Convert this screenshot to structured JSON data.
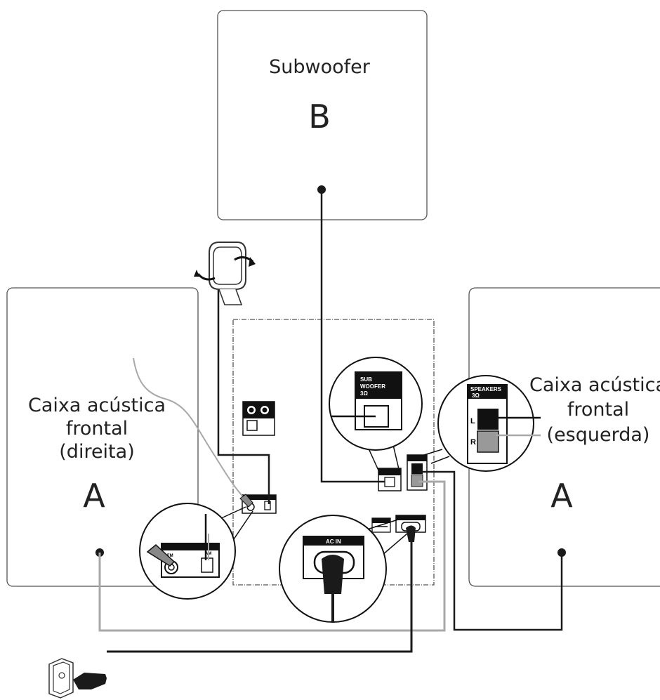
{
  "subwoofer": {
    "name": "Subwoofer",
    "letter": "B"
  },
  "speaker_right": {
    "line1": "Caixa acústica",
    "line2": "frontal",
    "line3": "(direita)",
    "letter": "A"
  },
  "speaker_left": {
    "line1": "Caixa acústica",
    "line2": "frontal",
    "line3": "(esquerda)",
    "letter": "A"
  },
  "panel_labels": {
    "subwoofer_line1": "SUB",
    "subwoofer_line2": "WOOFER",
    "subwoofer_line3": "3Ω",
    "speakers_line1": "SPEAKERS",
    "speakers_line2": "3Ω",
    "left": "L",
    "right": "R",
    "ac_in": "AC IN",
    "fm": "FM",
    "am": "AM"
  },
  "colors": {
    "line": "#1a1a1a",
    "gray_cable": "#a8a8a8",
    "box": "#555555"
  },
  "icons": [
    "am-loop-antenna-icon",
    "fm-wire-antenna-icon",
    "wall-socket-icon",
    "power-plug-icon"
  ]
}
